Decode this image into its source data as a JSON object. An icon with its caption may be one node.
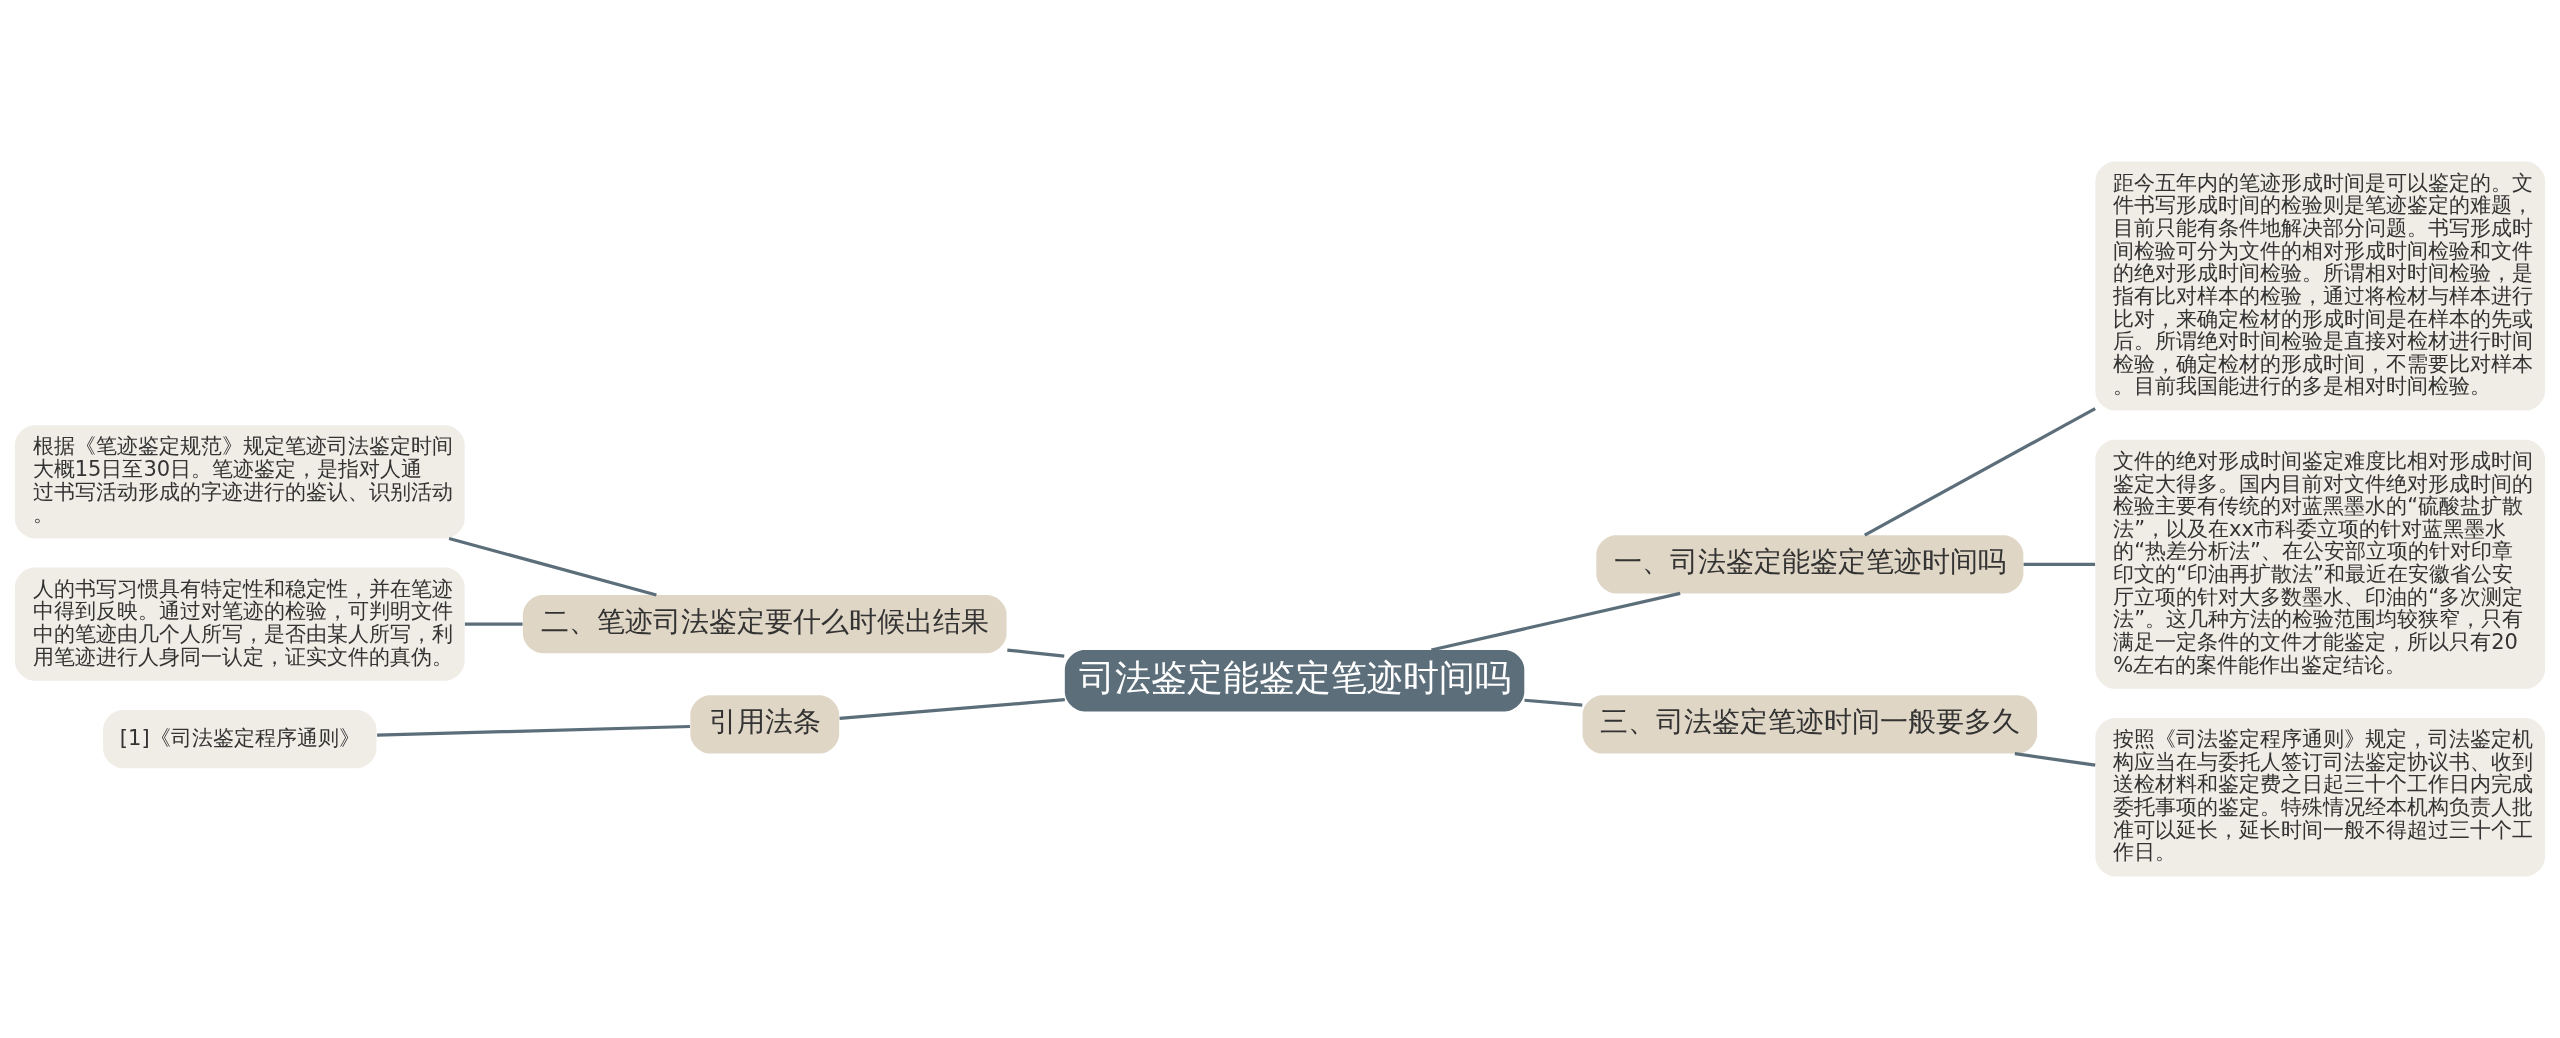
{
  "diagram": {
    "nodes": [
      {
        "text": [
          "司法鉴定能鉴定笔迹时间吗"
        ]
      },
      {
        "text": [
          "一、司法鉴定能鉴定笔迹时间吗"
        ]
      },
      {
        "text": [
          "距今五年内的笔迹形成时间是可以鉴定的。文件书写形成时间的检验则是笔迹鉴定的难题，目前只能有条件地解决部分问题。书写形成时间检验可分为文件的相对形成时间检验和文件的绝对形成时间检验。所谓相对时间检验，是指有比对样本的检验，通过将检材与样本进行比对，来确定检材的形成时间是在样本的先或后。所谓绝对时间检验是直接对检材进行时间检验，确定检材的形成时间，不需要比对样本。目前我国能进行的多是相对时间检验。"
        ]
      },
      {
        "text": [
          "文件的绝对形成时间鉴定难度比相对形成时间鉴定大得多。国内目前对文件绝对形成时间的检验主要有传统的对蓝黑墨水的“硫酸盐扩散法”，以及在xx市科委立项的针对蓝黑墨水的“热差分析法”、在公安部立项的针对印章印文的“印油再扩散法”和最近在安徽省公安厅立项的针对大多数墨水、印油的“多次测定法”。这几种方法的检验范围均较狭窄，只有满足一定条件的文件才能鉴定，所以只有20%左右的案件能作出鉴定结论。"
        ]
      },
      {
        "text": [
          "三、司法鉴定笔迹时间一般要多久"
        ]
      },
      {
        "text": [
          "按照《司法鉴定程序通则》规定，司法鉴定机构应当在与委托人签订司法鉴定协议书、收到送检材料和鉴定费之日起三十个工作日内完成委托事项的鉴定。特殊情况经本机构负责人批准可以延长，延长时间一般不得超过三十个工作日。"
        ]
      },
      {
        "text": [
          "二、笔迹司法鉴定要什么时候出结果"
        ]
      },
      {
        "text": [
          "根据《笔迹鉴定规范》规定笔迹司法鉴定时间大概15日至30日。笔迹鉴定，是指对人通过书写活动形成的字迹进行的鉴认、识别活动。"
        ]
      },
      {
        "text": [
          "人的书写习惯具有特定性和稳定性，并在笔迹中得到反映。通过对笔迹的检验，可判明文件中的笔迹由几个人所写，是否由某人所写，利用笔迹进行人身同一认定，证实文件的真伪。"
        ]
      },
      {
        "text": [
          "引用法条"
        ]
      },
      {
        "text": [
          "[1]《司法鉴定程序通则》"
        ]
      }
    ],
    "edges": [
      {
        "from": 0,
        "to": 1,
        "arrow": "none"
      },
      {
        "from": 1,
        "to": 2,
        "arrow": "none"
      },
      {
        "from": 1,
        "to": 3,
        "arrow": "none"
      },
      {
        "from": 0,
        "to": 4,
        "arrow": "none"
      },
      {
        "from": 4,
        "to": 5,
        "arrow": "none"
      },
      {
        "from": 0,
        "to": 6,
        "arrow": "none"
      },
      {
        "from": 6,
        "to": 7,
        "arrow": "none"
      },
      {
        "from": 6,
        "to": 8,
        "arrow": "none"
      },
      {
        "from": 0,
        "to": 9,
        "arrow": "none"
      },
      {
        "from": 9,
        "to": 10,
        "arrow": "none"
      }
    ]
  }
}
